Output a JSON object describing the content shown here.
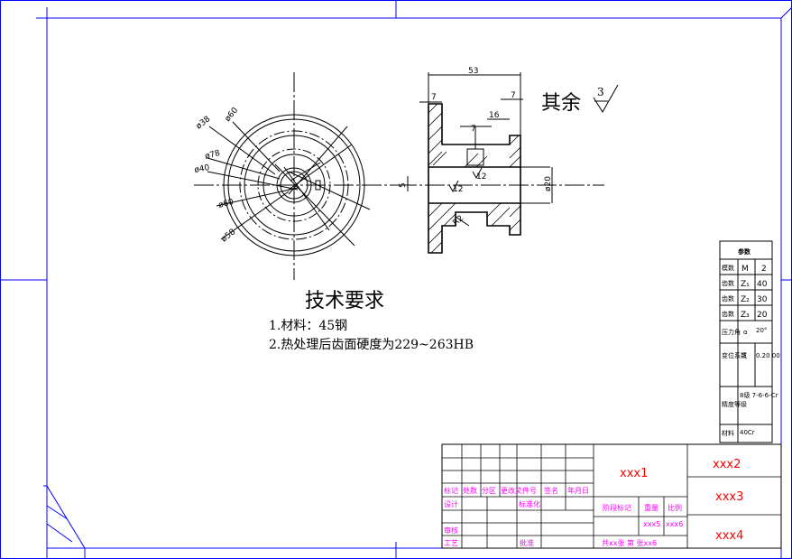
{
  "tech": {
    "title": "技术要求",
    "line1": "1.材料：45钢",
    "line2": "2.热处理后齿面硬度为229~263HB"
  },
  "roughness": {
    "label": "其余",
    "value": "3"
  },
  "front_view": {
    "d38": "ø38",
    "d60": "ø60",
    "d78": "ø78",
    "d40": "ø40",
    "d60b": "ø60",
    "d58": "ø58"
  },
  "side_view": {
    "w53": "53",
    "w7a": "7",
    "w7b": "7",
    "w7c": "7",
    "w16": "16",
    "d20": "ø20",
    "h5": "5",
    "r2": "R2",
    "ra12": "12",
    "ra12b": "12"
  },
  "params": {
    "title": "参数",
    "rows": [
      {
        "name": "模数",
        "sym": "M",
        "val": "2"
      },
      {
        "name": "齿数",
        "sym": "Z₁",
        "val": "40"
      },
      {
        "name": "齿数",
        "sym": "Z₂",
        "val": "30"
      },
      {
        "name": "齿数",
        "sym": "Z₃",
        "val": "20"
      },
      {
        "name": "压力角",
        "sym": "α",
        "val": "20°"
      },
      {
        "name": "变位系数",
        "sym": "ξ",
        "val": "0.20 00"
      },
      {
        "name": "精度等级",
        "sym": "",
        "val": "8级 7-6-6-Cr"
      },
      {
        "name": "材料",
        "sym": "",
        "val": "40Cr"
      }
    ]
  },
  "titleblock": {
    "h_mark": "标记",
    "h_count": "处数",
    "h_zone": "分区",
    "h_docno": "更改文件号",
    "h_sign": "签名",
    "h_date": "年月日",
    "design": "设计",
    "std": "标准化",
    "check": "审核",
    "process": "工艺",
    "approve": "批准",
    "stage": "阶段标记",
    "weight": "重量",
    "scale": "比例",
    "cell1": "xxx1",
    "cell2": "xxx2",
    "cell3": "xxx3",
    "cell4": "xxx4",
    "cell5": "xxx5",
    "cell6": "xxx6",
    "sheets": "共xx张 第 张xx6"
  }
}
